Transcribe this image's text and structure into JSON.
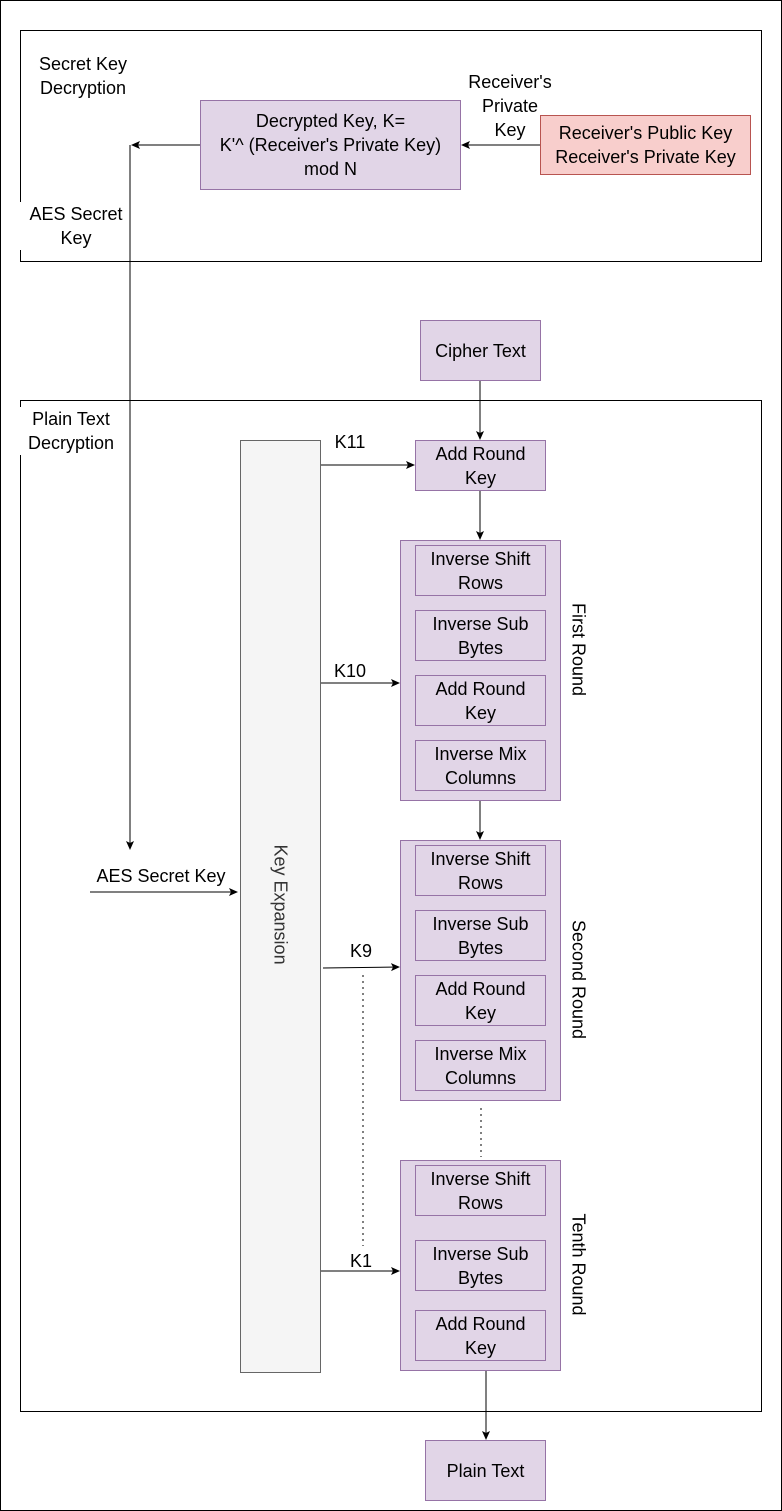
{
  "secret_key_section": {
    "title": "Secret Key\nDecryption",
    "decrypted_key": "Decrypted Key, K=\nK'^ (Receiver's Private Key)\nmod N",
    "receiver_keys": "Receiver's Public Key\nReceiver's Private Key",
    "private_key_label": "Receiver's\nPrivate\nKey",
    "aes_secret_key_label": "AES Secret\nKey"
  },
  "cipher_text": "Cipher Text",
  "plain_text_section": {
    "title": "Plain Text\nDecryption",
    "aes_secret_key_input": "AES Secret Key",
    "key_expansion": "Key Expansion",
    "add_round_key_initial": "Add Round\nKey",
    "keys": {
      "k11": "K11",
      "k10": "K10",
      "k9": "K9",
      "k1": "K1"
    },
    "rounds": [
      {
        "name": "First Round",
        "steps": [
          "Inverse Shift\nRows",
          "Inverse Sub\nBytes",
          "Add Round\nKey",
          "Inverse Mix\nColumns"
        ]
      },
      {
        "name": "Second Round",
        "steps": [
          "Inverse Shift\nRows",
          "Inverse Sub\nBytes",
          "Add Round\nKey",
          "Inverse Mix\nColumns"
        ]
      },
      {
        "name": "Tenth Round",
        "steps": [
          "Inverse Shift\nRows",
          "Inverse Sub\nBytes",
          "Add Round\nKey"
        ]
      }
    ]
  },
  "plain_text": "Plain Text"
}
